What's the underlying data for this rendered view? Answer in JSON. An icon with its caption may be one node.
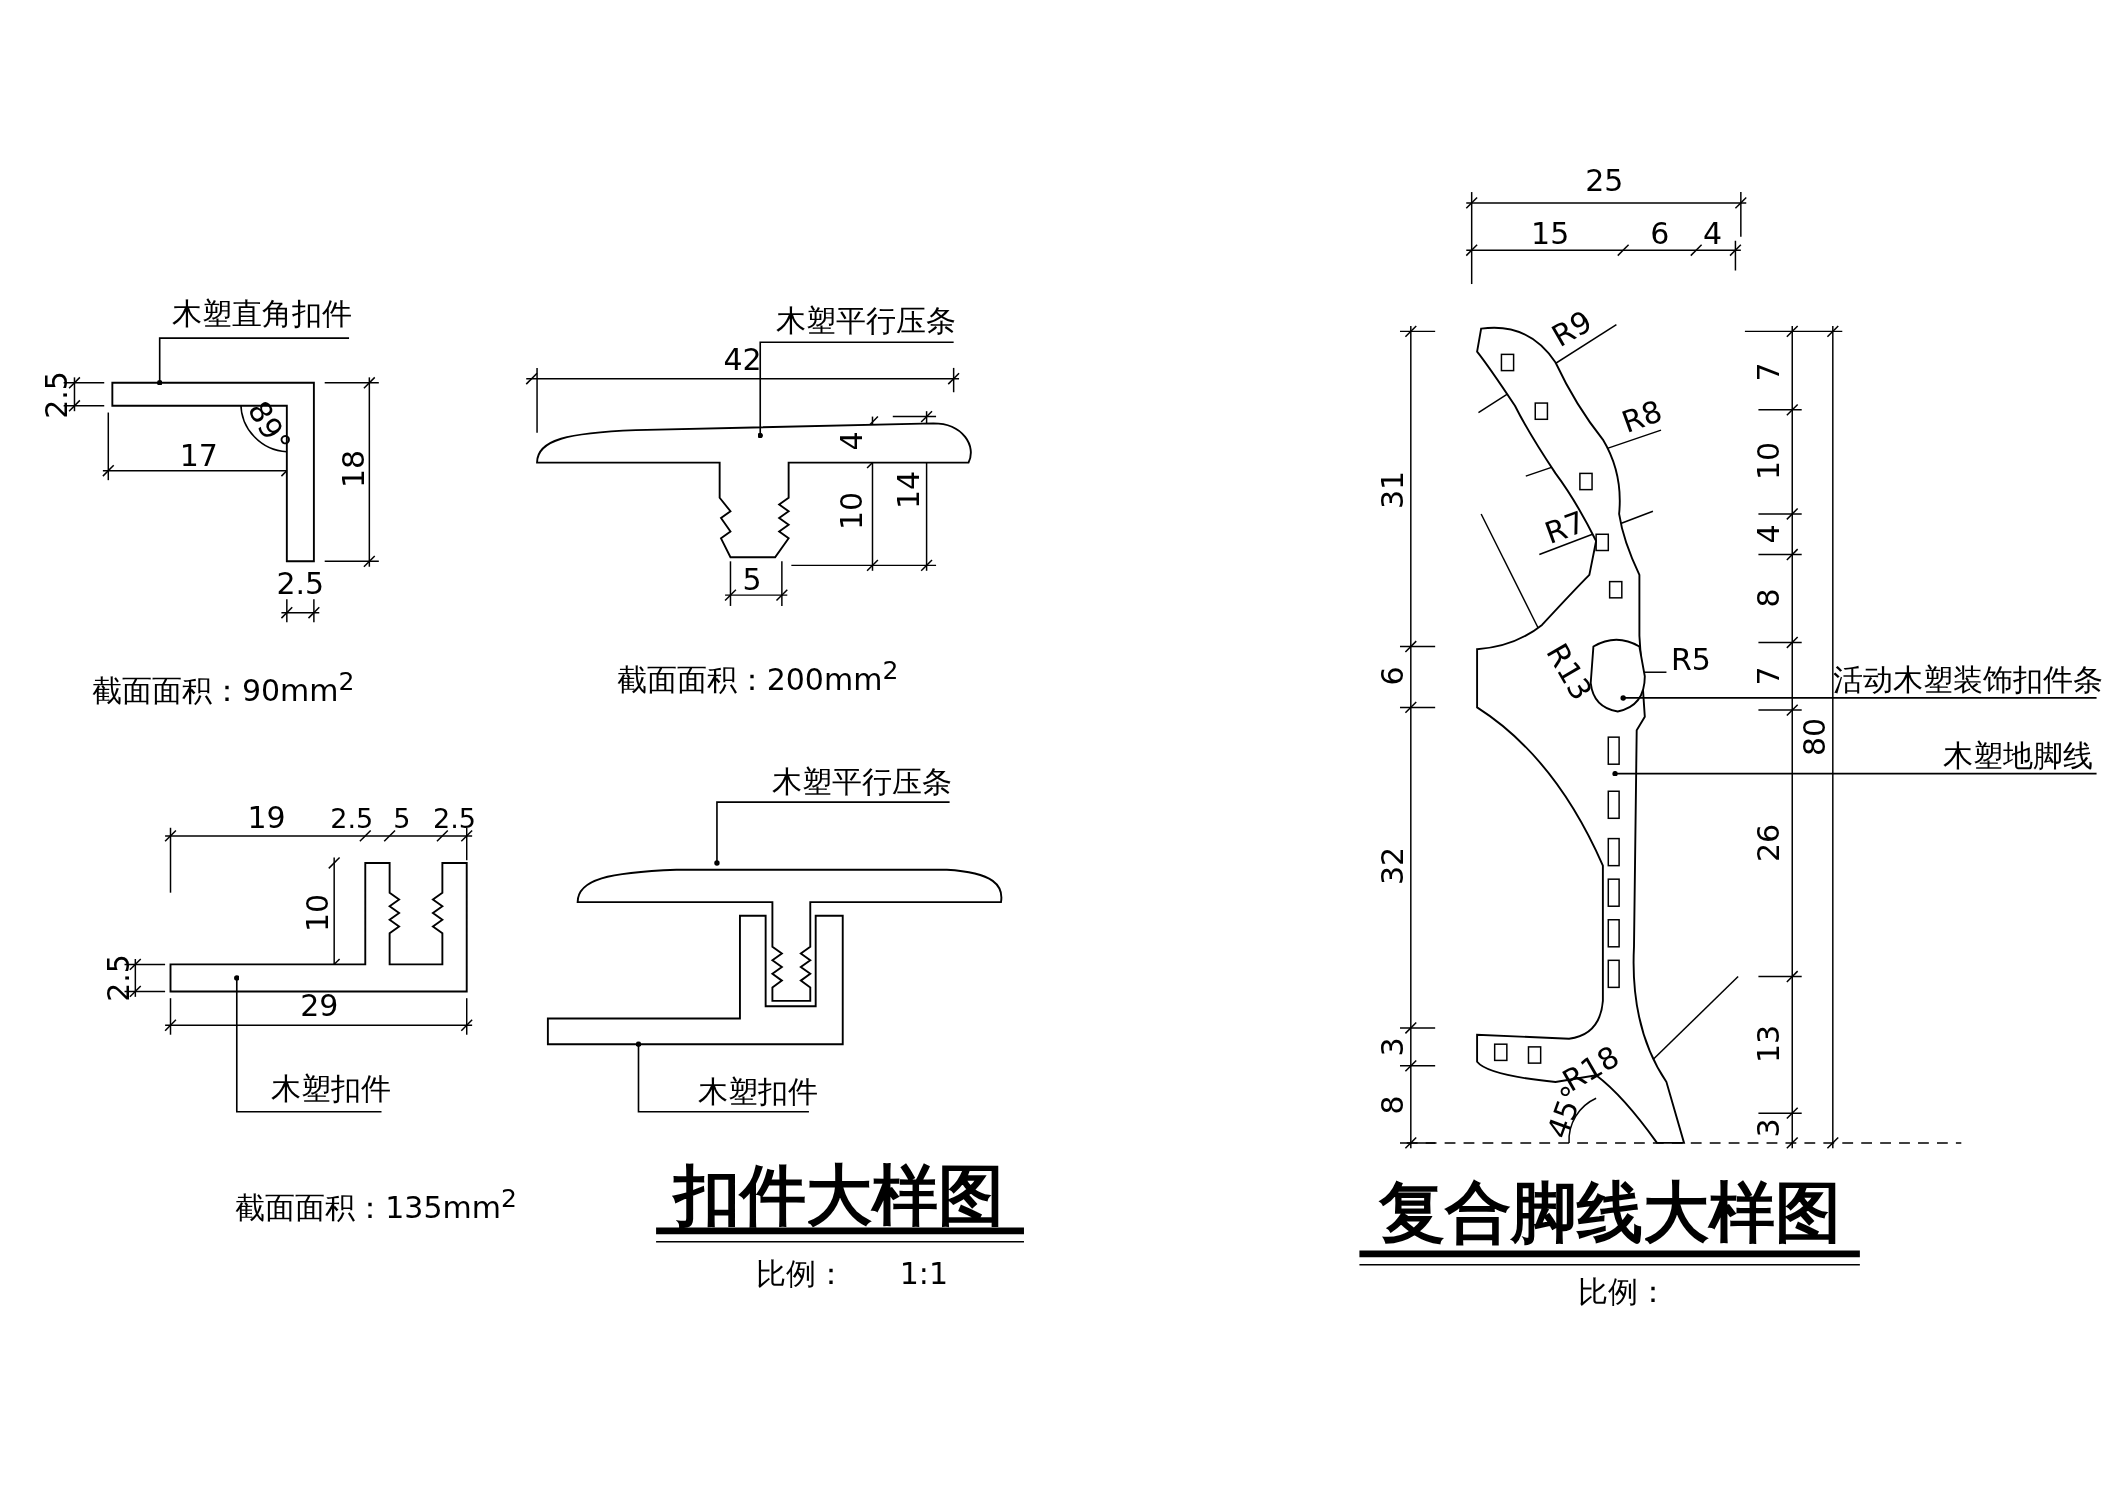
{
  "diagram": {
    "nodes": [
      {
        "text": [
          "木塑直角扣件"
        ]
      },
      {
        "text": [],
        "shape": "picture"
      },
      {
        "text": [
          "木塑平行压条"
        ]
      },
      {
        "text": [],
        "shape": "picture"
      },
      {
        "text": [
          "木塑扣件"
        ]
      },
      {
        "text": [],
        "shape": "picture"
      },
      {
        "text": [
          "木塑平行压条"
        ]
      },
      {
        "text": [],
        "shape": "picture"
      },
      {
        "text": [
          "木塑扣件"
        ]
      },
      {
        "text": [],
        "shape": "picture"
      },
      {
        "text": [
          "活动木塑装饰扣件条"
        ]
      },
      {
        "text": [],
        "shape": "picture",
        "in": 13
      },
      {
        "text": [
          "木塑地脚线"
        ]
      },
      {
        "text": [],
        "shape": "picture"
      }
    ],
    "edges": [
      {
        "from": 0,
        "to": 1,
        "arrow": "other"
      },
      {
        "from": 2,
        "to": 3,
        "arrow": "other"
      },
      {
        "from": 4,
        "to": 5,
        "arrow": "other"
      },
      {
        "from": 6,
        "to": 7,
        "arrow": "other"
      },
      {
        "from": 8,
        "to": 9,
        "arrow": "other"
      },
      {
        "from": 10,
        "to": 11,
        "arrow": "other"
      },
      {
        "from": 12,
        "to": 13,
        "arrow": "other"
      }
    ],
    "labels": [
      "2.5",
      "17",
      "89°",
      "18",
      "2.5",
      "截面面积：90mm$^{2}$",
      "42",
      "4",
      "10",
      "14",
      "5",
      "截面面积：200mm$^{2}$",
      "19",
      "2.5",
      "5",
      "2.5",
      "10",
      "2.5",
      "29",
      "截面面积：135mm$^{2}$",
      "扣件大样图",
      "比例：",
      "1:1",
      "25",
      "15",
      "6",
      "4",
      "R9",
      "R8",
      "31",
      "7",
      "10",
      "R7",
      "4",
      "8",
      "R13",
      "R5",
      "6",
      "7",
      "80",
      "32",
      "26",
      "13",
      "R18",
      "3",
      "45°",
      "8",
      "3",
      "复合脚线大样图",
      "比例："
    ]
  }
}
